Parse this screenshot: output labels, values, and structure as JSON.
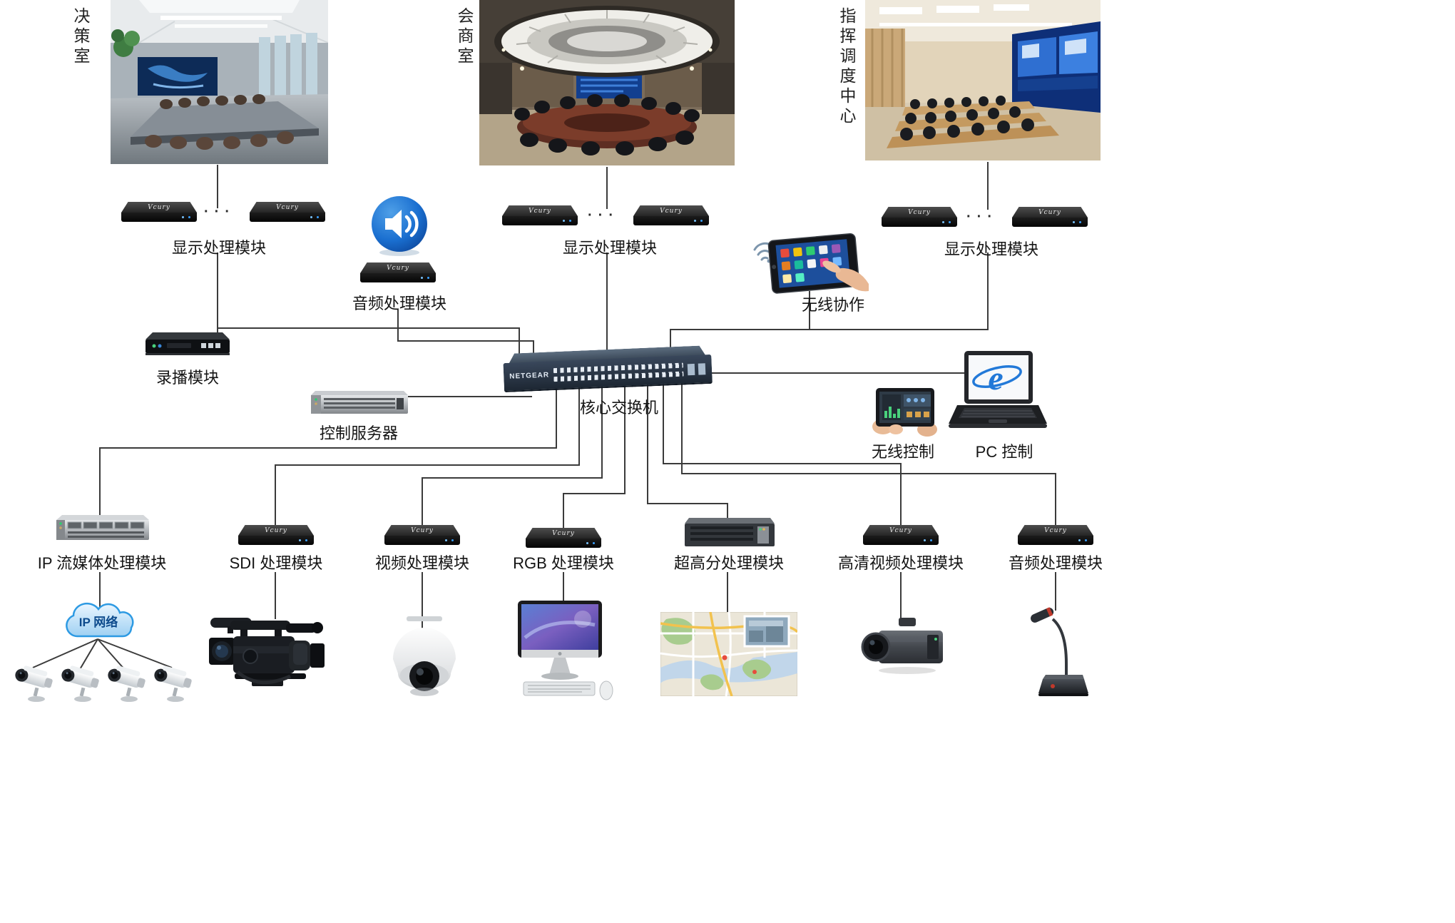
{
  "diagram": {
    "rooms": [
      {
        "name": "决策室"
      },
      {
        "name": "会商室"
      },
      {
        "name": "指挥调度中心"
      }
    ],
    "labels": {
      "display_module": "显示处理模块",
      "audio_module": "音频处理模块",
      "wireless_collab": "无线协作",
      "recording_module": "录播模块",
      "control_server": "控制服务器",
      "core_switch": "核心交换机",
      "wireless_control": "无线控制",
      "pc_control": "PC 控制",
      "ip_network": "IP 网络",
      "dots": "···"
    },
    "bottom_modules": [
      {
        "label": "IP 流媒体处理模块"
      },
      {
        "label": "SDI 处理模块"
      },
      {
        "label": "视频处理模块"
      },
      {
        "label": "RGB 处理模块"
      },
      {
        "label": "超高分处理模块"
      },
      {
        "label": "高清视频处理模块"
      },
      {
        "label": "音频处理模块"
      }
    ],
    "brands": {
      "vcury": "Vcury",
      "netgear": "NETGEAR",
      "ie": "e"
    },
    "colors": {
      "line": "#3b3b3b",
      "speaker_blue": "#1a6fd0",
      "switch_body": "#39475b",
      "cloud_blue": "#2d9ae3"
    }
  }
}
